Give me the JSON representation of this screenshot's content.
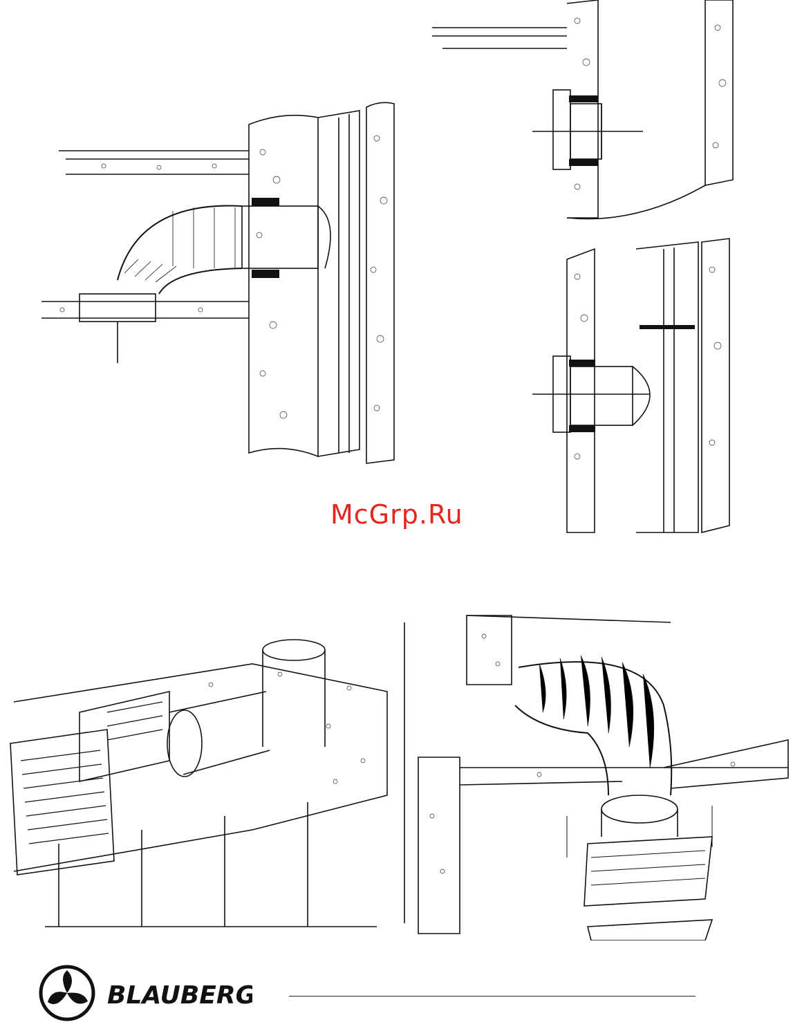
{
  "watermark": {
    "text": "McGrp.Ru",
    "color": "#e8241c"
  },
  "brand": {
    "name": "BLAUBERG"
  },
  "figures": [
    {
      "id": "wall-bend-duct",
      "description_icon": "duct-bend-through-wall-icon"
    },
    {
      "id": "wall-straight-short",
      "description_icon": "straight-duct-wall-icon"
    },
    {
      "id": "wall-straight-long",
      "description_icon": "straight-duct-shaft-icon"
    },
    {
      "id": "exploded-wall-fan",
      "description_icon": "fan-exploded-assembly-icon"
    },
    {
      "id": "ceiling-fan-flex-duct",
      "description_icon": "ceiling-fan-flex-duct-icon"
    }
  ],
  "colors": {
    "ink": "#111111",
    "paper": "#ffffff"
  }
}
